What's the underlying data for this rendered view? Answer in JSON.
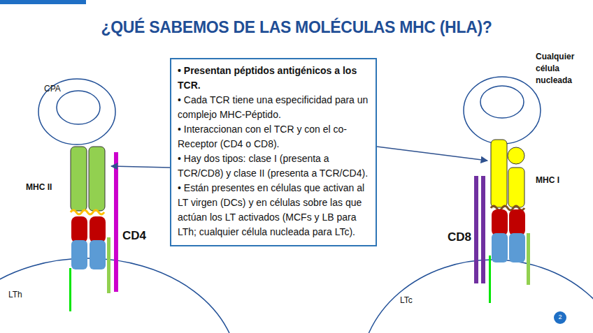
{
  "diagram": {
    "title": "¿QUÉ SABEMOS DE LAS MOLÉCULAS MHC (HLA)?",
    "nodes": [
      {
        "text": [
          "• Presentan péptidos antigénicos a los TCR.",
          "• Cada TCR tiene una especificidad para un complejo MHC-Péptido.",
          "• Interaccionan con el TCR y con el co-Receptor (CD4 o CD8).",
          "• Hay dos tipos: clase I (presenta a TCR/CD8) y clase II (presenta a TCR/CD4).",
          "• Están presentes en células que activan al LT virgen (DCs) y en células sobre las que actúan los LT activados (MCFs y LB para LTh; cualquier célula nucleada para LTc)."
        ]
      },
      {
        "text": [
          "MHC II"
        ]
      },
      {
        "text": [
          "MHC I"
        ]
      }
    ],
    "edges": [
      {
        "from": 0,
        "to": 1,
        "arrow": "to"
      },
      {
        "from": 0,
        "to": 2,
        "arrow": "to"
      }
    ],
    "labels": [
      "CPA",
      "CD4",
      "LTh",
      "Cualquier célula nucleada",
      "CD8",
      "LTc",
      "2"
    ]
  }
}
